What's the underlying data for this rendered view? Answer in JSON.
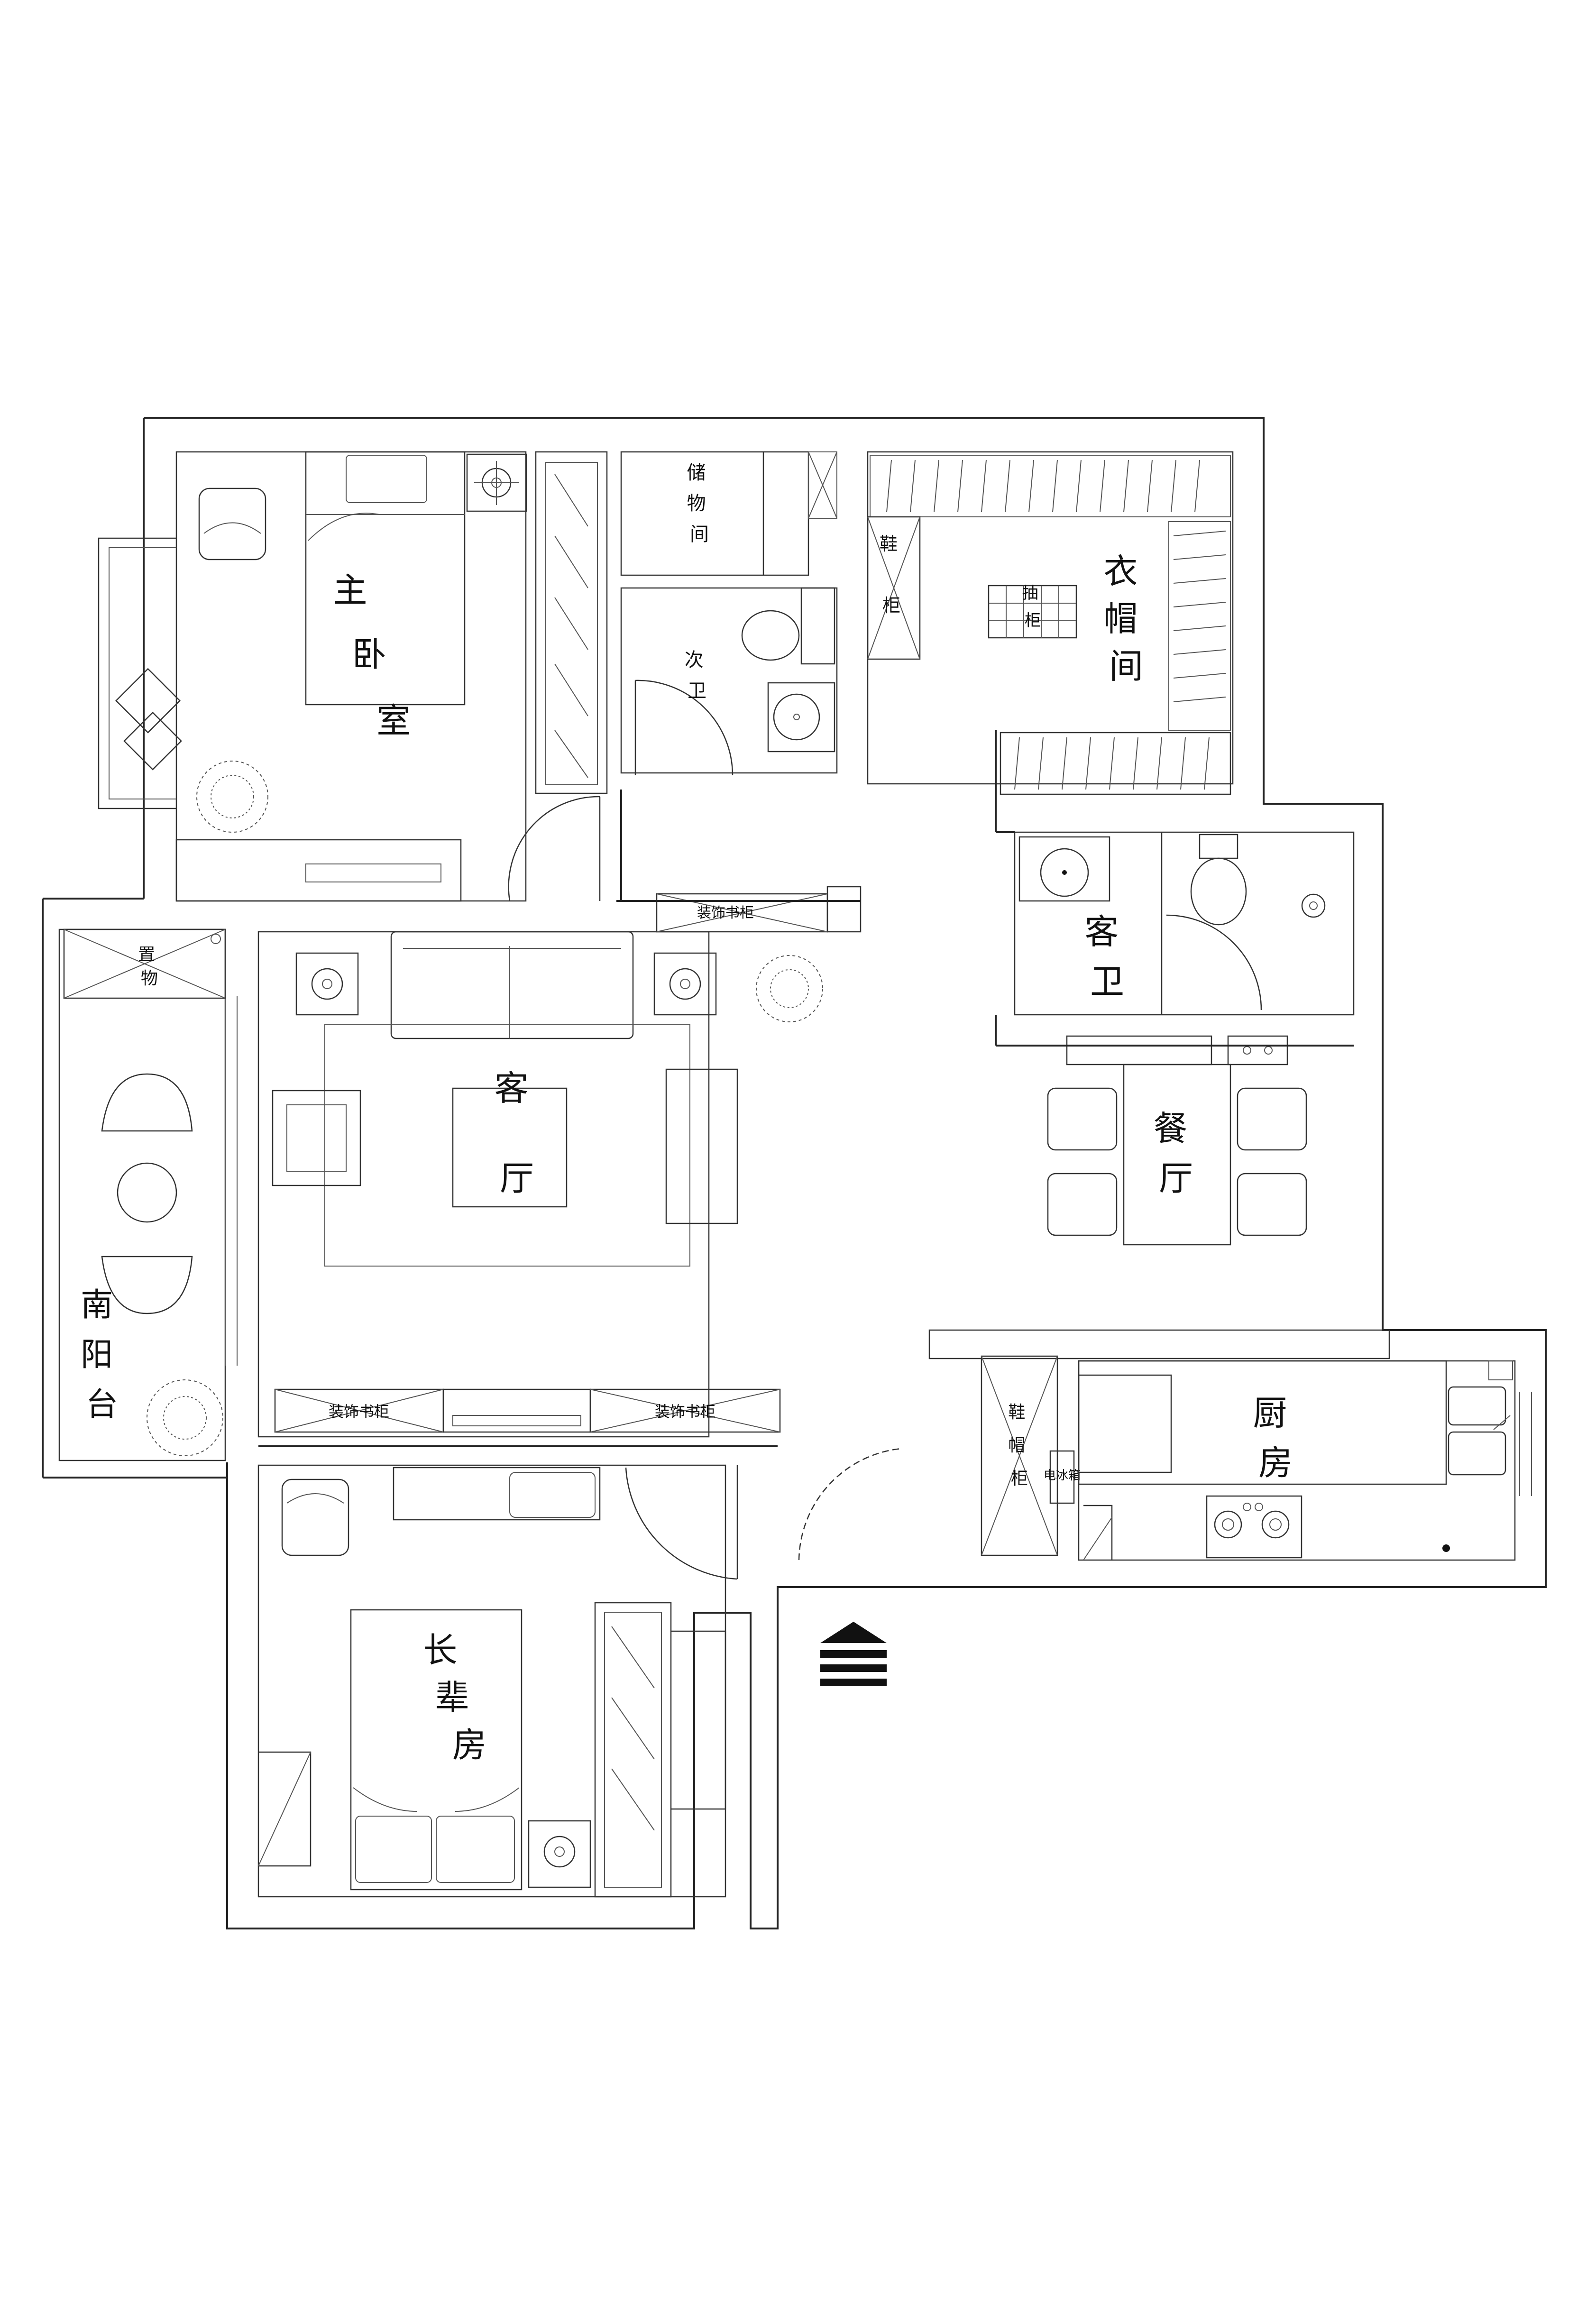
{
  "rooms": {
    "master_bedroom": "主卧室",
    "storage_room": "储物间",
    "second_bath": "次卫",
    "cloakroom": "衣帽间",
    "living_room": "客厅",
    "guest_bath": "客卫",
    "dining_room": "餐厅",
    "south_balcony": "南阳台",
    "kitchen": "厨房",
    "elder_room": "长辈房"
  },
  "fixtures": {
    "shoe_cabinet_top": "鞋柜",
    "shoe_cabinet_entry": "鞋帽柜",
    "drawer_cabinet": "抽柜",
    "storage_shelf": "置物架",
    "decor_bookcase_left": "装饰书柜",
    "decor_bookcase_right": "装饰书柜",
    "decor_cabinet_hall": "装饰书柜",
    "fridge": "电冰箱"
  }
}
